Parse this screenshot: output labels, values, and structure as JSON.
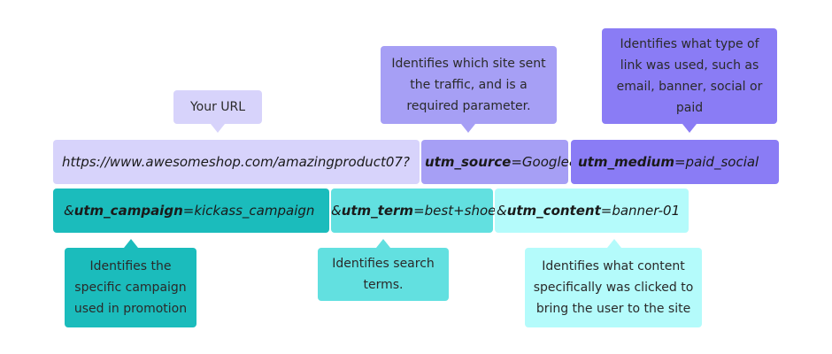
{
  "colors": {
    "url": "#d7d3fb",
    "source": "#a69ff5",
    "medium": "#8a7cf5",
    "campaign": "#1bbcbc",
    "term": "#62e0e0",
    "content": "#b4fbfb"
  },
  "url_row": {
    "base_url": "https://www.awesomeshop.com/amazingproduct07?",
    "source_key": "utm_source",
    "source_val": "=Google&",
    "medium_key": "utm_medium",
    "medium_val": "=paid_social"
  },
  "param_row": {
    "campaign_prefix": "&",
    "campaign_key": "utm_campaign",
    "campaign_val": "=kickass_campaign",
    "term_prefix": "&",
    "term_key": "utm_term",
    "term_val": "=best+shoes",
    "content_prefix": "&",
    "content_key": "utm_content",
    "content_val": "=banner-01"
  },
  "callouts": {
    "your_url": "Your URL",
    "source": "Identifies which site sent the traffic, and is a required parameter.",
    "medium": "Identifies what type of link was used, such as email, banner, social or paid",
    "campaign": "Identifies the specific campaign used in promotion",
    "term": "Identifies search terms.",
    "content": "Identifies what content specifically was clicked to bring the user to the site"
  }
}
